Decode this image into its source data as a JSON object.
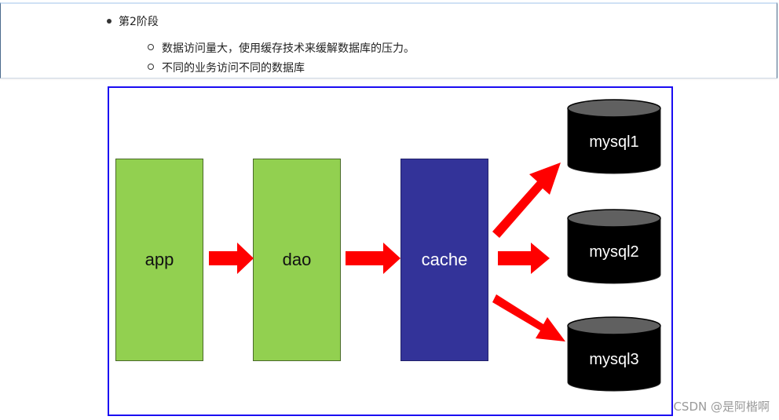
{
  "notes": {
    "stage_title": "第2阶段",
    "points": [
      "数据访问量大，使用缓存技术来缓解数据库的压力。",
      "不同的业务访问不同的数据库"
    ]
  },
  "diagram": {
    "nodes": {
      "app": "app",
      "dao": "dao",
      "cache": "cache",
      "mysql1": "mysql1",
      "mysql2": "mysql2",
      "mysql3": "mysql3"
    },
    "colors": {
      "layer_green": "#92d050",
      "cache_blue": "#333399",
      "arrow_red": "#ff0000",
      "frame_blue": "#1a0cf2",
      "db_black": "#000000",
      "db_top": "#606060"
    }
  },
  "watermark": "CSDN @是阿楷啊"
}
